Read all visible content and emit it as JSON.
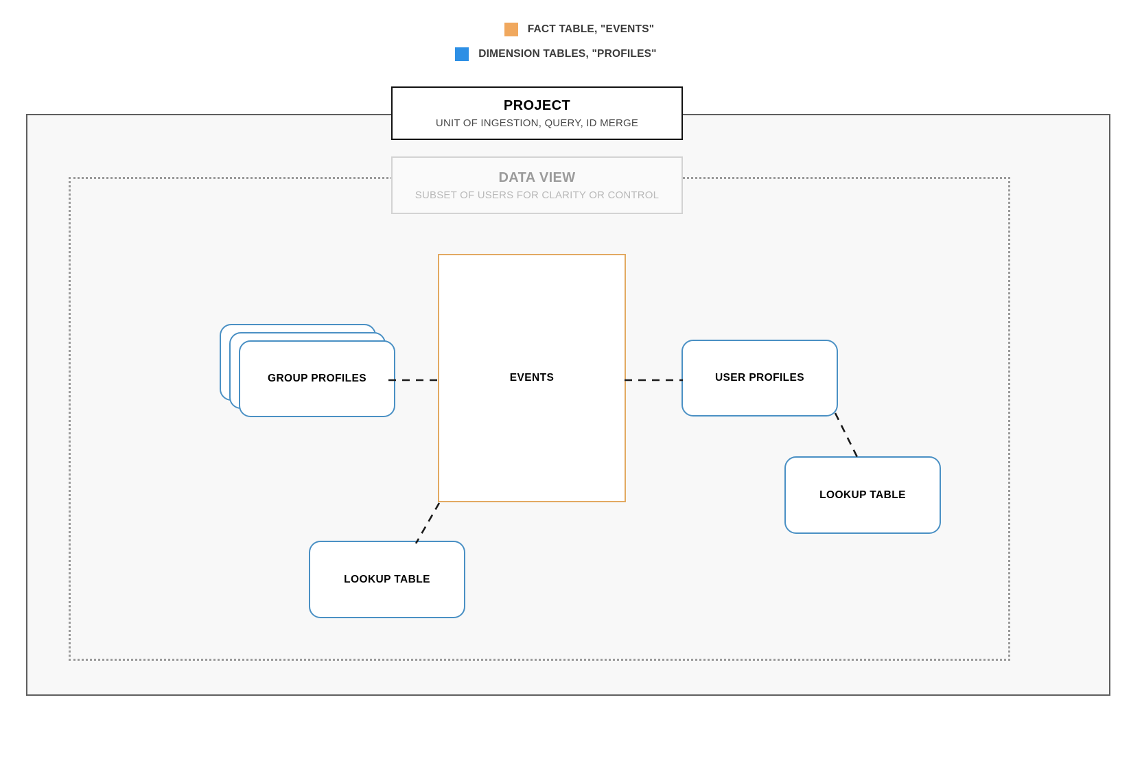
{
  "legend": {
    "items": [
      {
        "label": "FACT TABLE, \"EVENTS\"",
        "color": "#f0a85e",
        "swatch_name": "fact-table-swatch"
      },
      {
        "label": "DIMENSION TABLES, \"PROFILES\"",
        "color": "#2d8fe5",
        "swatch_name": "dimension-tables-swatch"
      }
    ]
  },
  "project": {
    "title": "PROJECT",
    "subtitle": "UNIT OF INGESTION, QUERY, ID MERGE"
  },
  "data_view": {
    "title": "DATA VIEW",
    "subtitle": "SUBSET OF USERS FOR CLARITY OR CONTROL"
  },
  "nodes": {
    "events": {
      "label": "EVENTS",
      "type": "fact-table",
      "color": "#e2a961"
    },
    "group_profiles": {
      "label": "GROUP PROFILES",
      "type": "dimension-table",
      "color": "#4a90c4",
      "stack_count": 3
    },
    "user_profiles": {
      "label": "USER PROFILES",
      "type": "dimension-table",
      "color": "#4a90c4"
    },
    "lookup_table_right": {
      "label": "LOOKUP TABLE",
      "type": "dimension-table",
      "color": "#4a90c4"
    },
    "lookup_table_left": {
      "label": "LOOKUP TABLE",
      "type": "dimension-table",
      "color": "#4a90c4"
    }
  },
  "connections": [
    {
      "from": "group_profiles",
      "to": "events",
      "style": "dashed"
    },
    {
      "from": "events",
      "to": "user_profiles",
      "style": "dashed"
    },
    {
      "from": "user_profiles",
      "to": "lookup_table_right",
      "style": "dashed"
    },
    {
      "from": "events",
      "to": "lookup_table_left",
      "style": "dashed"
    }
  ],
  "colors": {
    "canvas_background": "#ffffff",
    "project_background": "#f8f8f8",
    "project_border": "#5e5e5e",
    "data_view_border": "#9a9a9a",
    "connector": "#1a1a1a"
  }
}
